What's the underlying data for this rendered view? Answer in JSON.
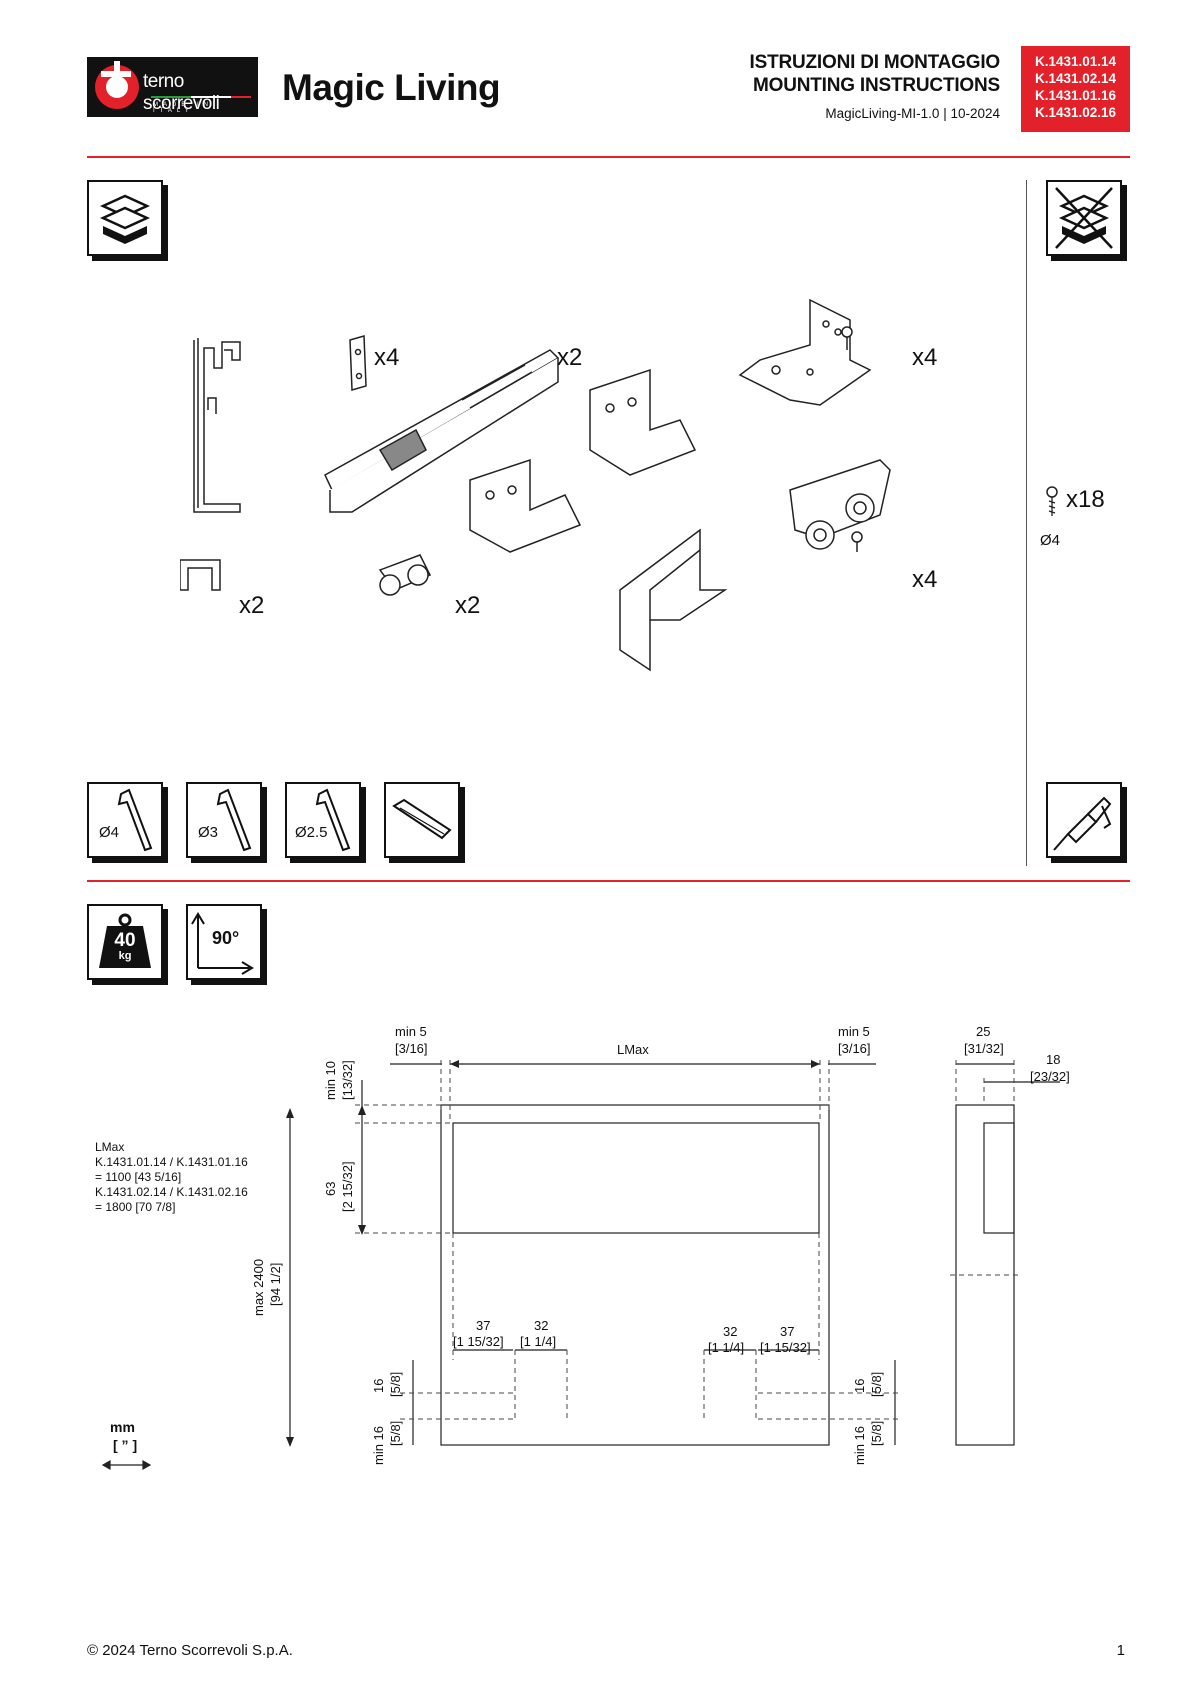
{
  "header": {
    "logo_text": "terno scorrevoli",
    "logo_tagline": "MADE IN ITALY",
    "product_title": "Magic Living",
    "title_it": "ISTRUZIONI DI MONTAGGIO",
    "title_en": "MOUNTING INSTRUCTIONS",
    "doc_ref": "MagicLiving-MI-1.0 | 10-2024",
    "codes": [
      "K.1431.01.14",
      "K.1431.02.14",
      "K.1431.01.16",
      "K.1431.02.16"
    ]
  },
  "parts": {
    "quantities": {
      "plate": "x4",
      "damper": "x2",
      "screw_small": "x4",
      "screws": "x18",
      "screw_diameter": "Ø4",
      "clip": "x2",
      "roller": "x2",
      "bolt": "x4"
    }
  },
  "tools": {
    "hex_keys": [
      "Ø4",
      "Ø3",
      "Ø2.5"
    ]
  },
  "specs": {
    "max_weight": "40",
    "weight_unit": "kg",
    "angle": "90°"
  },
  "drawing": {
    "lmax_label": "LMax",
    "lmax_note": [
      "LMax",
      "K.1431.01.14 / K.1431.01.16",
      "= 1100 [43 5/16]",
      "K.1431.02.14  / K.1431.02.16",
      "= 1800 [70 7/8]"
    ],
    "min5_left": [
      "min 5",
      "[3/16]"
    ],
    "min5_right": [
      "min 5",
      "[3/16]"
    ],
    "side_25": [
      "25",
      "[31/32]"
    ],
    "side_18": [
      "18",
      "[23/32]"
    ],
    "min10": [
      "min 10",
      "[13/32]"
    ],
    "dim63": [
      "63",
      "[2 15/32]"
    ],
    "max2400": [
      "max 2400",
      "[94 1/2]"
    ],
    "d37a": [
      "37",
      "[1 15/32]"
    ],
    "d32a": [
      "32",
      "[1 1/4]"
    ],
    "d32b": [
      "32",
      "[1 1/4]"
    ],
    "d37b": [
      "37",
      "[1 15/32]"
    ],
    "d16l": [
      "16",
      "[5/8]"
    ],
    "min16l": [
      "min 16",
      "[5/8]"
    ],
    "d16r": [
      "16",
      "[5/8]"
    ],
    "min16r": [
      "min 16",
      "[5/8]"
    ],
    "units": [
      "mm",
      "[ ” ]"
    ]
  },
  "footer": {
    "copyright": "© 2024 Terno Scorrevoli S.p.A.",
    "page_number": "1"
  }
}
